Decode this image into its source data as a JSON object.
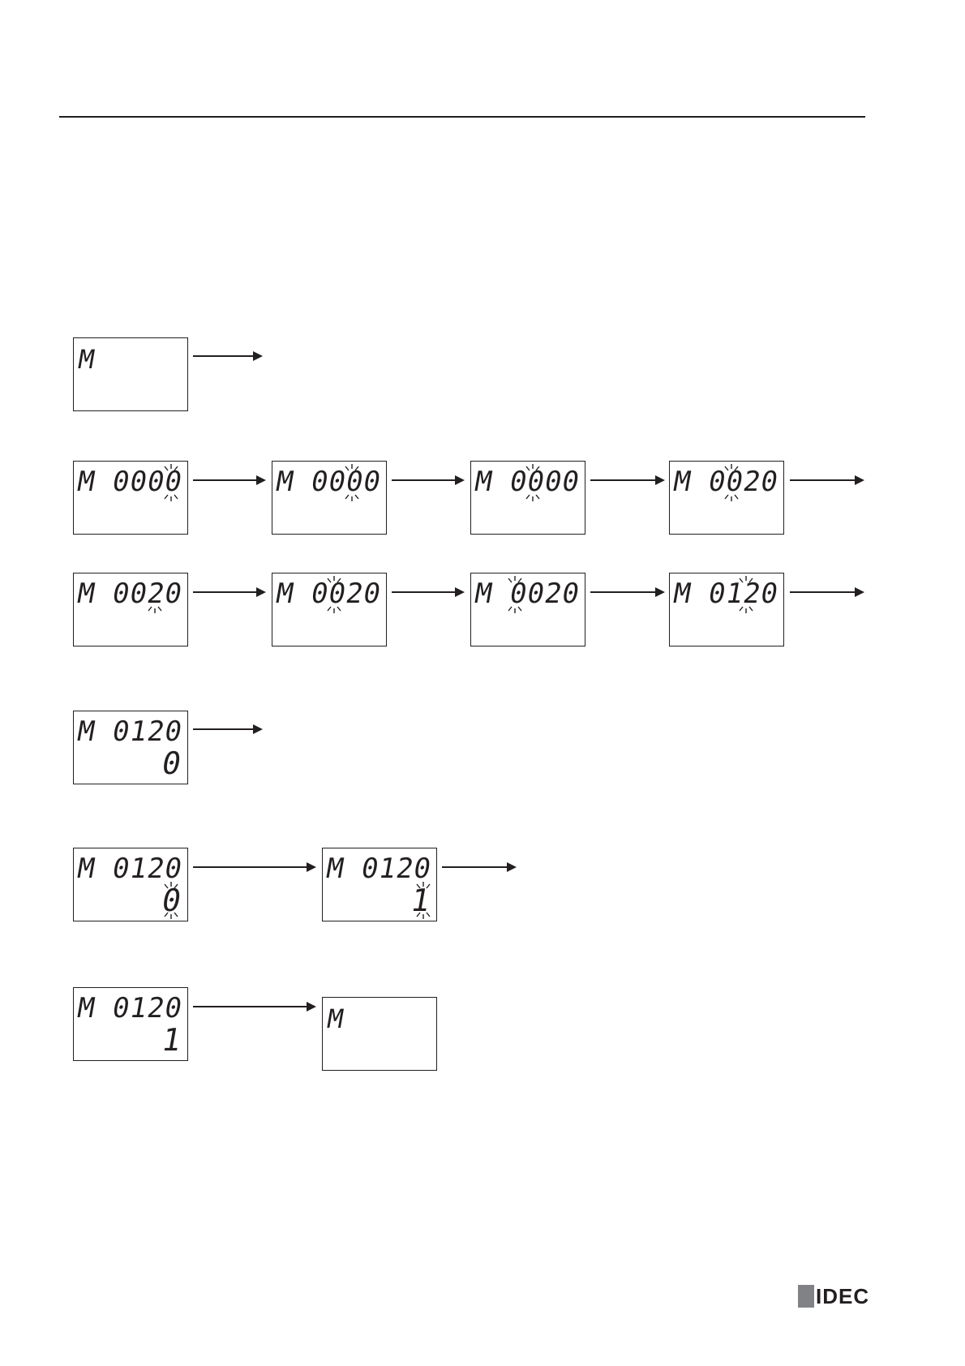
{
  "displays": {
    "step1": {
      "line1": "M"
    },
    "row2": [
      {
        "line1": "M 0000"
      },
      {
        "line1": "M 0000"
      },
      {
        "line1": "M 0000"
      },
      {
        "line1": "M 0020"
      }
    ],
    "row3": [
      {
        "line1": "M 0020"
      },
      {
        "line1": "M 0020"
      },
      {
        "line1": "M 0020"
      },
      {
        "line1": "M 0120"
      }
    ],
    "step4": {
      "line1": "M 0120",
      "line2": "0"
    },
    "row5": [
      {
        "line1": "M 0120",
        "line2": "0"
      },
      {
        "line1": "M 0120",
        "line2": "1"
      }
    ],
    "row6": [
      {
        "line1": "M 0120",
        "line2": "1"
      },
      {
        "line1": "M"
      }
    ]
  },
  "brand": {
    "logo_text": "IDEC",
    "colors": {
      "ink": "#231f20",
      "logo_bar": "#808285"
    }
  }
}
